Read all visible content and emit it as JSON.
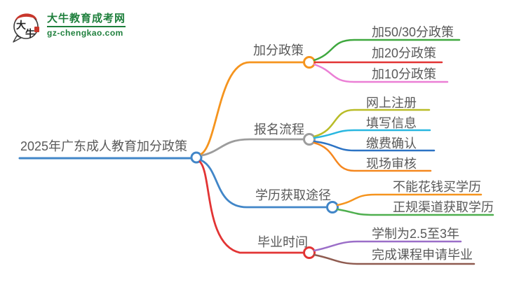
{
  "logo": {
    "mark_char1": "大",
    "mark_char2": "牛",
    "site_name": "大牛教育成考网",
    "site_url": "gz-chengkao.com",
    "brand_color": "#1E7F3C",
    "mark_red": "#C9362B"
  },
  "mindmap": {
    "text_color": "#595959",
    "root": {
      "label": "2025年广东成人教育加分政策",
      "color": "#4186C8"
    },
    "branches": [
      {
        "label": "加分政策",
        "color": "#F5941E",
        "children": [
          {
            "label": "加50/30分政策",
            "color": "#3FA83F"
          },
          {
            "label": "加20分政策",
            "color": "#E23434"
          },
          {
            "label": "加10分政策",
            "color": "#EB7FD5"
          }
        ]
      },
      {
        "label": "报名流程",
        "color": "#9C9C9C",
        "children": [
          {
            "label": "网上注册",
            "color": "#B9BC28"
          },
          {
            "label": "填写信息",
            "color": "#29B7E0"
          },
          {
            "label": "缴费确认",
            "color": "#2C73C4"
          },
          {
            "label": "现场审核",
            "color": "#F5871F"
          }
        ]
      },
      {
        "label": "学历获取途径",
        "color": "#4186C8",
        "children": [
          {
            "label": "不能花钱买学历",
            "color": "#F5941E"
          },
          {
            "label": "正规渠道获取学历",
            "color": "#4FAF4F"
          }
        ]
      },
      {
        "label": "毕业时间",
        "color": "#E23434",
        "children": [
          {
            "label": "学制为2.5至3年",
            "color": "#9B6EC8"
          },
          {
            "label": "完成课程申请毕业",
            "color": "#8F5B50"
          }
        ]
      }
    ]
  }
}
